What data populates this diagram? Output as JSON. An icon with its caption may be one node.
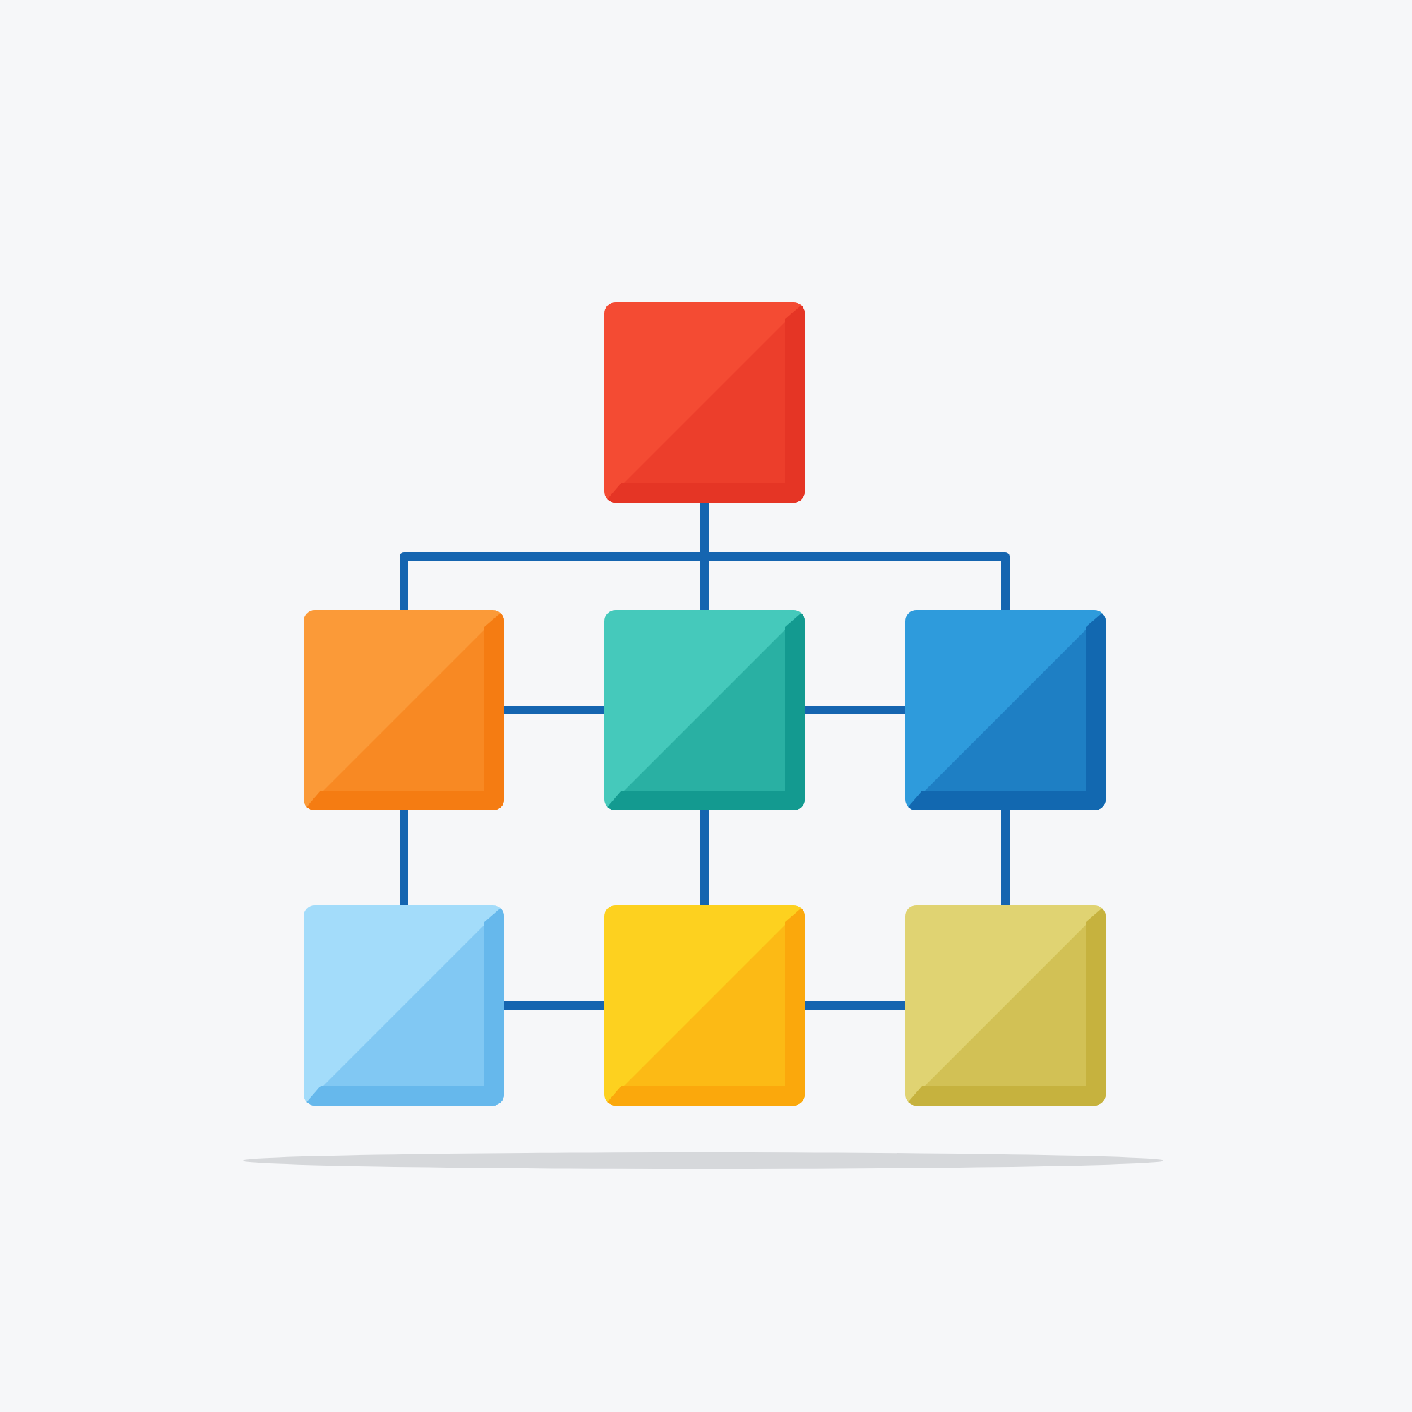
{
  "diagram": {
    "nodes": [
      {
        "text": [],
        "shape": "box"
      },
      {
        "text": [],
        "shape": "box"
      },
      {
        "text": [],
        "shape": "box"
      },
      {
        "text": [],
        "shape": "box"
      },
      {
        "text": [],
        "shape": "box"
      },
      {
        "text": [],
        "shape": "box"
      },
      {
        "text": [],
        "shape": "box"
      }
    ],
    "edges": [
      {
        "from": 0,
        "to": 1,
        "arrow": "none"
      },
      {
        "from": 0,
        "to": 2,
        "arrow": "none"
      },
      {
        "from": 0,
        "to": 3,
        "arrow": "none"
      },
      {
        "from": 1,
        "to": 2,
        "arrow": "none"
      },
      {
        "from": 2,
        "to": 3,
        "arrow": "none"
      },
      {
        "from": 1,
        "to": 4,
        "arrow": "none"
      },
      {
        "from": 2,
        "to": 5,
        "arrow": "none"
      },
      {
        "from": 3,
        "to": 6,
        "arrow": "none"
      },
      {
        "from": 4,
        "to": 5,
        "arrow": "none"
      },
      {
        "from": 5,
        "to": 6,
        "arrow": "none"
      }
    ]
  }
}
